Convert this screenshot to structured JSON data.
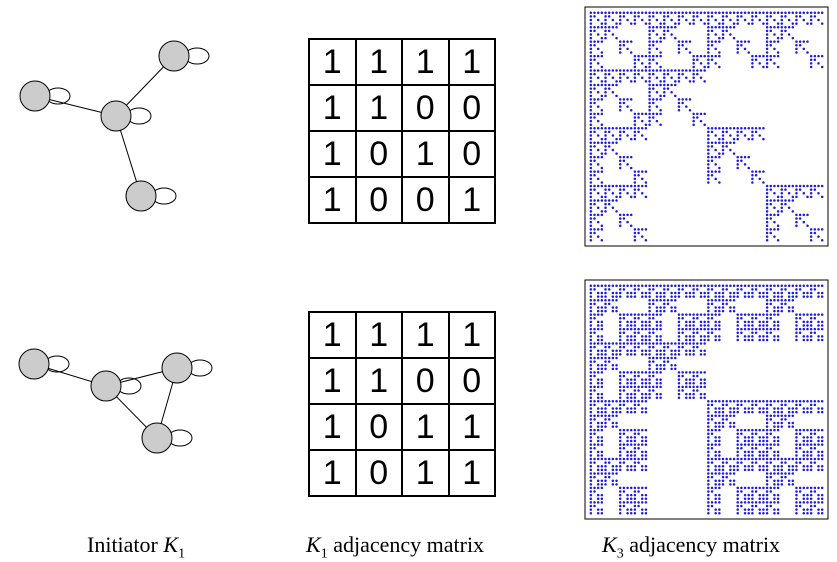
{
  "rows": [
    {
      "initiator_graph": {
        "nodes": [
          "a",
          "b",
          "c",
          "d"
        ],
        "edges": [
          [
            "a",
            "b"
          ],
          [
            "b",
            "c"
          ],
          [
            "b",
            "d"
          ]
        ],
        "self_loops": [
          "a",
          "b",
          "c",
          "d"
        ]
      },
      "k1_matrix": [
        [
          "1",
          "1",
          "1",
          "1"
        ],
        [
          "1",
          "1",
          "0",
          "0"
        ],
        [
          "1",
          "0",
          "1",
          "0"
        ],
        [
          "1",
          "0",
          "0",
          "1"
        ]
      ],
      "k1_bits": [
        [
          1,
          1,
          1,
          1
        ],
        [
          1,
          1,
          0,
          0
        ],
        [
          1,
          0,
          1,
          0
        ],
        [
          1,
          0,
          0,
          1
        ]
      ]
    },
    {
      "initiator_graph": {
        "nodes": [
          "a",
          "b",
          "c",
          "d"
        ],
        "edges": [
          [
            "a",
            "b"
          ],
          [
            "b",
            "c"
          ],
          [
            "b",
            "d"
          ],
          [
            "c",
            "d"
          ]
        ],
        "self_loops": [
          "a",
          "b",
          "c",
          "d"
        ]
      },
      "k1_matrix": [
        [
          "1",
          "1",
          "1",
          "1"
        ],
        [
          "1",
          "1",
          "0",
          "0"
        ],
        [
          "1",
          "0",
          "1",
          "1"
        ],
        [
          "1",
          "0",
          "1",
          "1"
        ]
      ],
      "k1_bits": [
        [
          1,
          1,
          1,
          1
        ],
        [
          1,
          1,
          0,
          0
        ],
        [
          1,
          0,
          1,
          1
        ],
        [
          1,
          0,
          1,
          1
        ]
      ]
    }
  ],
  "captions": {
    "initiator": {
      "text": "Initiator ",
      "symbol": "K",
      "sub": "1",
      "after": ""
    },
    "k1": {
      "text": "",
      "symbol": "K",
      "sub": "1",
      "after": " adjacency matrix"
    },
    "k3": {
      "text": "",
      "symbol": "K",
      "sub": "3",
      "after": " adjacency matrix"
    }
  },
  "colors": {
    "dot": "#1a1ae6",
    "node_fill": "#cccccc",
    "stroke": "#000000"
  }
}
